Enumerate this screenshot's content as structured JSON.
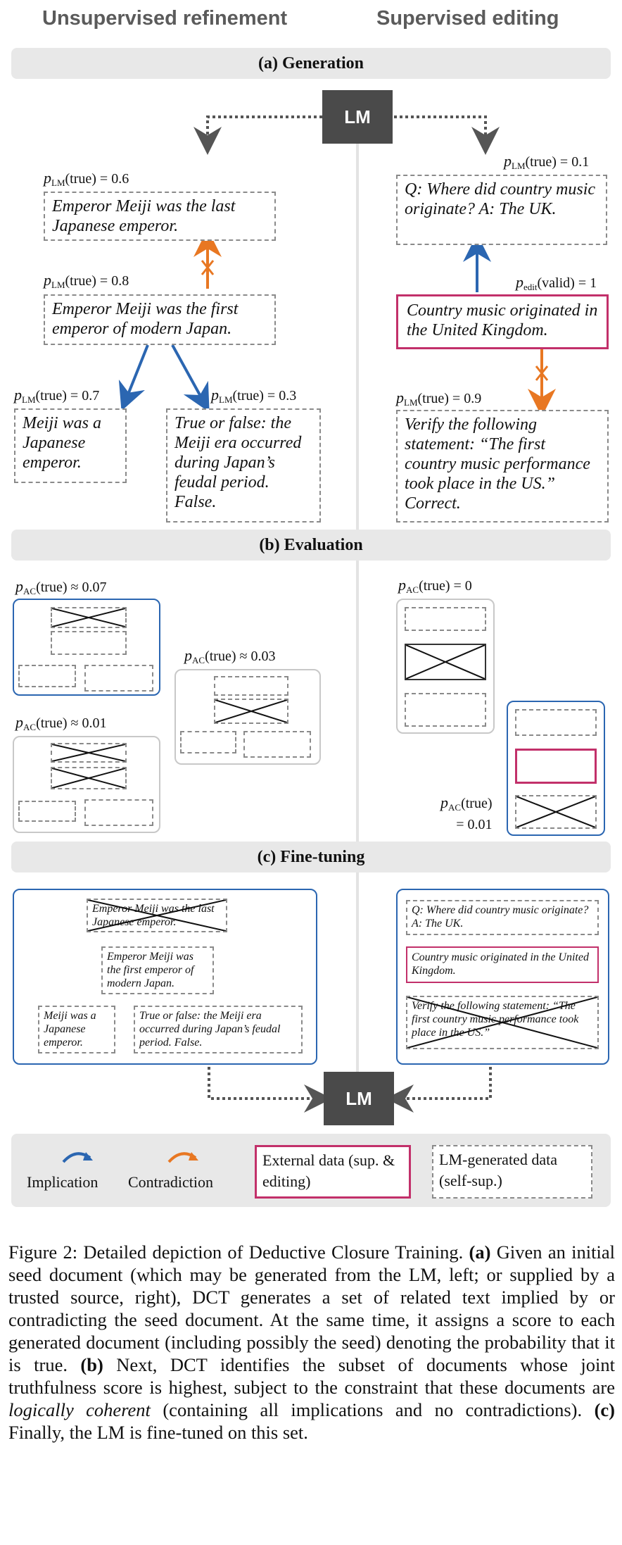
{
  "header": {
    "left_title": "Unsupervised refinement",
    "right_title": "Supervised editing"
  },
  "sections": {
    "a": "(a) Generation",
    "b": "(b) Evaluation",
    "c": "(c) Fine-tuning"
  },
  "lm_label": "LM",
  "generation": {
    "left": {
      "top": {
        "prob": "= 0.6",
        "text": "Emperor Meiji was the last Japanese emperor."
      },
      "seed": {
        "prob": "= 0.8",
        "text": "Emperor Meiji was the first emperor of modern Japan."
      },
      "left_child": {
        "prob": "= 0.7",
        "text": "Meiji was a Japanese emperor."
      },
      "right_child": {
        "prob": "= 0.3",
        "text": "True or false: the Meiji era occurred during Japan’s feudal period. False."
      }
    },
    "right": {
      "top": {
        "prob": "= 0.1",
        "text": "Q: Where did country music originate? A: The UK."
      },
      "seed": {
        "prob": "= 1",
        "text": "Country music originated in the United Kingdom."
      },
      "bottom": {
        "prob": "= 0.9",
        "text": "Verify the following statement: “The first country music performance took place in the US.” Correct."
      }
    }
  },
  "prob_labels": {
    "p": "p",
    "lm": "LM",
    "edit": "edit",
    "ac": "AC",
    "true": "(true)",
    "valid": "(valid)"
  },
  "evaluation": {
    "left_a": "≈ 0.07",
    "left_b": "≈ 0.03",
    "left_c": "≈ 0.01",
    "right_a": "= 0",
    "right_b": "= 0.01"
  },
  "finetune": {
    "left": {
      "top": "Emperor Meiji was the last Japanese emperor.",
      "mid": "Emperor Meiji was the first emperor of modern Japan.",
      "left": "Meiji was a Japanese emperor.",
      "right": "True or false: the Meiji era occurred during Japan’s feudal period. False."
    },
    "right": {
      "top": "Q: Where did country music originate? A: The UK.",
      "mid": "Country music originated in the United Kingdom.",
      "bottom": "Verify the following statement: “The first country music performance took place in the US.”"
    }
  },
  "legend": {
    "implication": "Implication",
    "contradiction": "Contradiction",
    "external": "External data (sup. & editing)",
    "generated": "LM-generated data (self-sup.)"
  },
  "caption": {
    "title": "Figure 2: Detailed depiction of Deductive Closure Training.",
    "a_label": "(a)",
    "a_text": " Given an initial seed document (which may be generated from the LM, left; or supplied by a trusted source, right), DCT generates a set of related text implied by or contradicting the seed document. At the same time, it assigns a score to each generated document (including possibly the seed) denoting the probability that it is true. ",
    "b_label": "(b)",
    "b_text": " Next, DCT identifies the subset of documents whose joint truthfulness score is highest, subject to the constraint that these documents are ",
    "b_italic": "logically coherent",
    "b_text2": " (containing all implications and no contradictions).",
    "c_label": "(c)",
    "c_text": " Finally, the LM is fine-tuned on this set."
  },
  "colors": {
    "implication": "#2b66b1",
    "contradiction": "#e87722",
    "external": "#c2306a",
    "generated": "#8a8a8a"
  }
}
